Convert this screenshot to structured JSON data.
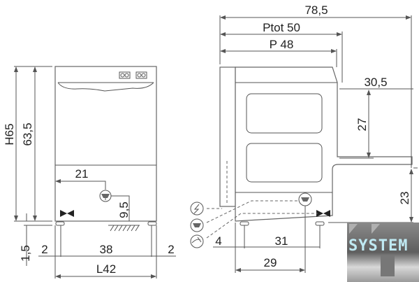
{
  "front_view": {
    "height_total": "H65",
    "height_body": "63,5",
    "feet_height": "1,5",
    "drain_offset": "21",
    "drain_height": "9,5",
    "left_margin": "2",
    "feet_span": "38",
    "right_margin": "2",
    "width": "L42"
  },
  "side_view": {
    "overall_depth": "78,5",
    "total_depth": "Ptot 50",
    "depth": "P 48",
    "outlet_length": "30,5",
    "outlet_gap": "27",
    "outlet_height": "23",
    "foot_offset": "4",
    "feet_span": "31",
    "drain_position": "29"
  },
  "legend_icons": [
    "electric-connection-icon",
    "drain-icon",
    "water-inlet-icon"
  ],
  "logo": {
    "text": "SYSTEM"
  }
}
